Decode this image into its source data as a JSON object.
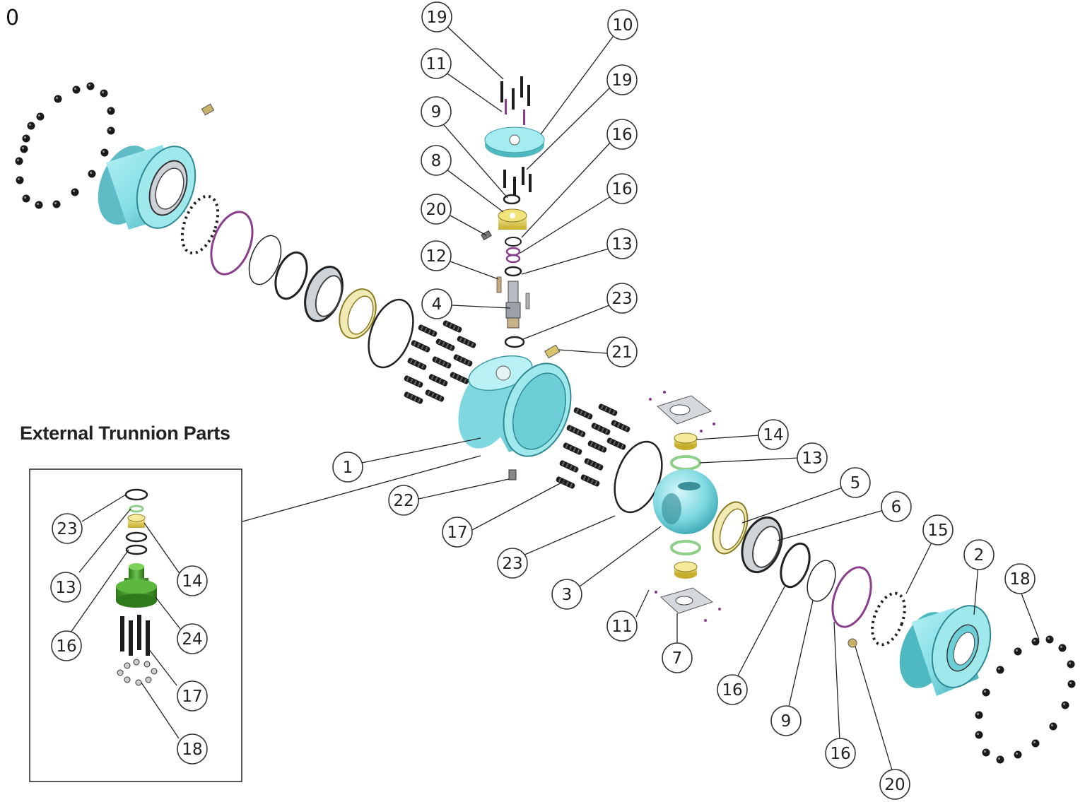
{
  "page_number": "0",
  "inset_title": "External Trunnion Parts",
  "colors": {
    "body_cyan": "#8fe3e8",
    "body_cyan_dark": "#4fb9c2",
    "brass_yellow": "#e6d25a",
    "seal_purple": "#8a3d8c",
    "seal_green": "#8fcf8a",
    "trunnion_green": "#3f9b2a",
    "steel_gray": "#b7bcc4",
    "bolt_black": "#1d1d1d"
  },
  "callouts": {
    "c19a": "19",
    "c11a": "11",
    "c9a": "9",
    "c8": "8",
    "c20a": "20",
    "c12": "12",
    "c4": "4",
    "c10": "10",
    "c19b": "19",
    "c16a": "16",
    "c16b": "16",
    "c13a": "13",
    "c23a": "23",
    "c21": "21",
    "c1": "1",
    "c22": "22",
    "c17": "17",
    "c23b": "23",
    "c3": "3",
    "c11b": "11",
    "c7": "7",
    "c14": "14",
    "c13b": "13",
    "c5": "5",
    "c6": "6",
    "c15": "15",
    "c2": "2",
    "c18": "18",
    "c16c": "16",
    "c9b": "9",
    "c16d": "16",
    "c20b": "20",
    "i23": "23",
    "i13": "13",
    "i16": "16",
    "i14": "14",
    "i24": "24",
    "i17": "17",
    "i18": "18"
  }
}
